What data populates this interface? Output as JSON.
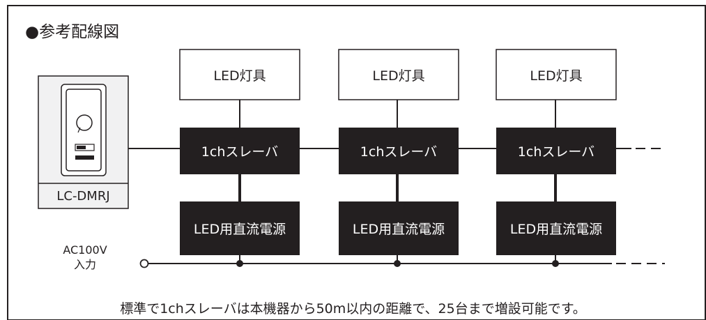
{
  "title": "●参考配線図",
  "device": {
    "model": "LC-DMRJ"
  },
  "units": [
    {
      "fixture": "LED灯具",
      "slave": "1chスレーバ",
      "power": "LED用直流電源"
    },
    {
      "fixture": "LED灯具",
      "slave": "1chスレーバ",
      "power": "LED用直流電源"
    },
    {
      "fixture": "LED灯具",
      "slave": "1chスレーバ",
      "power": "LED用直流電源"
    }
  ],
  "ac_input": {
    "voltage": "AC100V",
    "label": "入力"
  },
  "note": "標準で1chスレーバは本機器から50m以内の距離で、25台まで増設可能です。",
  "colors": {
    "ink": "#231f20",
    "device_panel": "#f1f1f2",
    "box_dark": "#231f20",
    "background": "#ffffff"
  }
}
